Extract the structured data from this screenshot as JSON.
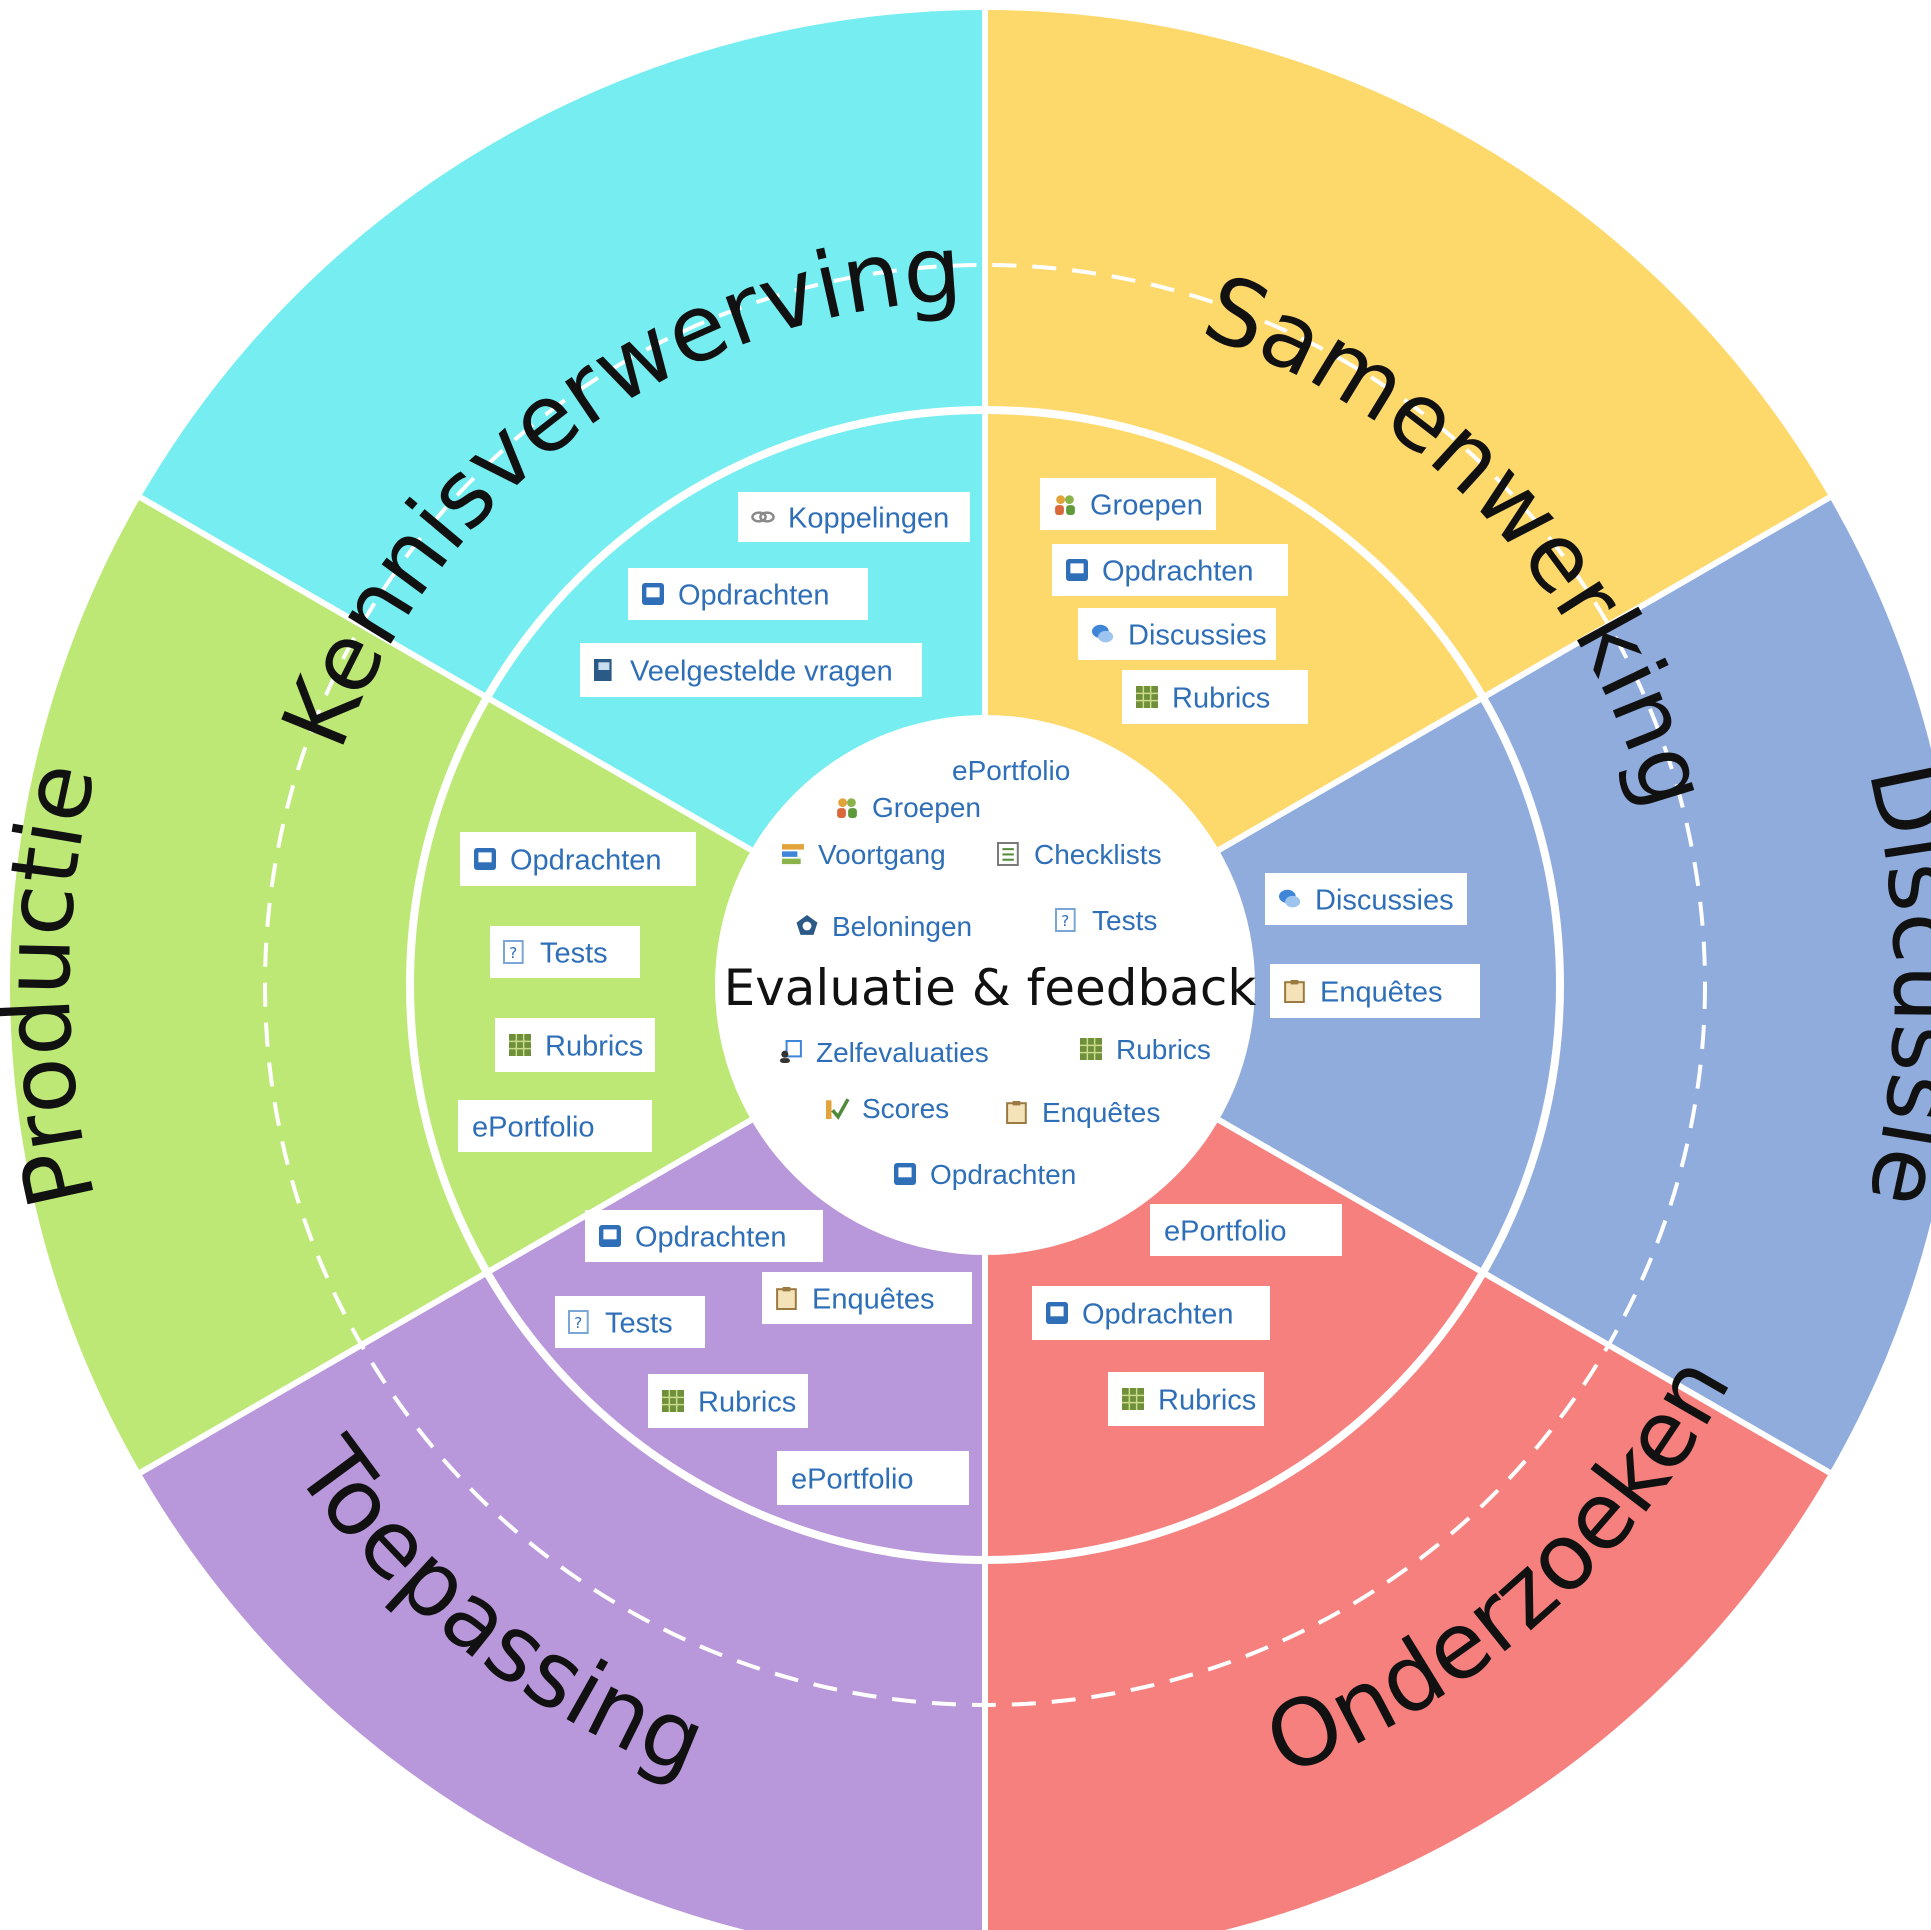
{
  "colors": {
    "cyan": "#76eef1",
    "yellow": "#fdd86b",
    "blue": "#8facdd",
    "red": "#f6807e",
    "purple": "#b898da",
    "green": "#bde876",
    "divider": "#ffffff",
    "tool_text": "#2f6fb8"
  },
  "center": {
    "title": "Evaluatie & feedback",
    "tools": [
      {
        "label": "ePortfolio",
        "icon": "none"
      },
      {
        "label": "Groepen",
        "icon": "groups-icon"
      },
      {
        "label": "Voortgang",
        "icon": "progress-icon"
      },
      {
        "label": "Checklists",
        "icon": "checklist-icon"
      },
      {
        "label": "Beloningen",
        "icon": "award-icon"
      },
      {
        "label": "Tests",
        "icon": "quiz-icon"
      },
      {
        "label": "Zelfevaluaties",
        "icon": "self-assessment-icon"
      },
      {
        "label": "Rubrics",
        "icon": "rubric-icon"
      },
      {
        "label": "Scores",
        "icon": "grades-icon"
      },
      {
        "label": "Enquêtes",
        "icon": "survey-icon"
      },
      {
        "label": "Opdrachten",
        "icon": "assignment-icon"
      }
    ]
  },
  "sectors": [
    {
      "name": "Kennisverwerving",
      "color": "cyan",
      "tools": [
        {
          "label": "Koppelingen",
          "icon": "link-icon"
        },
        {
          "label": "Opdrachten",
          "icon": "assignment-icon"
        },
        {
          "label": "Veelgestelde vragen",
          "icon": "faq-icon"
        }
      ]
    },
    {
      "name": "Samenwerking",
      "color": "yellow",
      "tools": [
        {
          "label": "Groepen",
          "icon": "groups-icon"
        },
        {
          "label": "Opdrachten",
          "icon": "assignment-icon"
        },
        {
          "label": "Discussies",
          "icon": "discussion-icon"
        },
        {
          "label": "Rubrics",
          "icon": "rubric-icon"
        }
      ]
    },
    {
      "name": "Discussie",
      "color": "blue",
      "tools": [
        {
          "label": "Discussies",
          "icon": "discussion-icon"
        },
        {
          "label": "Enquêtes",
          "icon": "survey-icon"
        }
      ]
    },
    {
      "name": "Onderzoeken",
      "color": "red",
      "tools": [
        {
          "label": "ePortfolio",
          "icon": "none"
        },
        {
          "label": "Opdrachten",
          "icon": "assignment-icon"
        },
        {
          "label": "Rubrics",
          "icon": "rubric-icon"
        }
      ]
    },
    {
      "name": "Toepassing",
      "color": "purple",
      "tools": [
        {
          "label": "Opdrachten",
          "icon": "assignment-icon"
        },
        {
          "label": "Enquêtes",
          "icon": "survey-icon"
        },
        {
          "label": "Tests",
          "icon": "quiz-icon"
        },
        {
          "label": "Rubrics",
          "icon": "rubric-icon"
        },
        {
          "label": "ePortfolio",
          "icon": "none"
        }
      ]
    },
    {
      "name": "Productie",
      "color": "green",
      "tools": [
        {
          "label": "Opdrachten",
          "icon": "assignment-icon"
        },
        {
          "label": "Tests",
          "icon": "quiz-icon"
        },
        {
          "label": "Rubrics",
          "icon": "rubric-icon"
        },
        {
          "label": "ePortfolio",
          "icon": "none"
        }
      ]
    }
  ]
}
